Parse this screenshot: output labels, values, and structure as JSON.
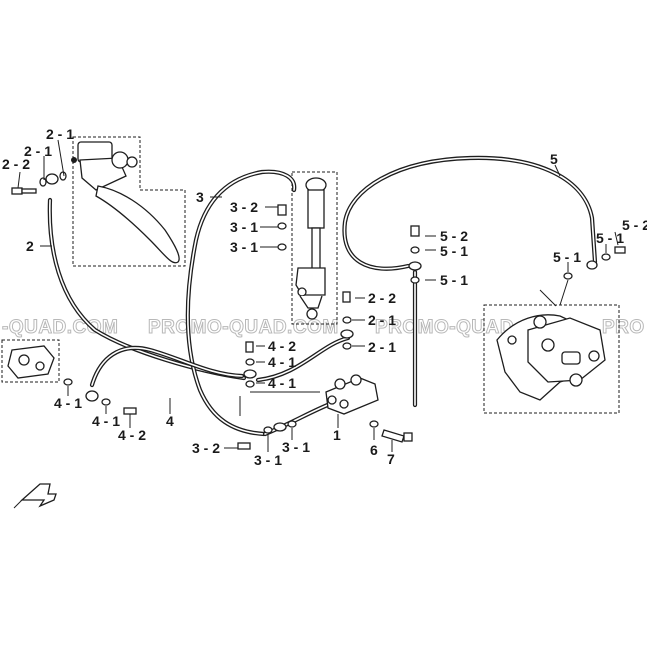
{
  "watermark": {
    "text_1": "-QUAD.COM",
    "text_2": "PROMO-QUAD.COM",
    "text_3": "PROMO-QUAD.COM",
    "text_4": "PRO"
  },
  "callouts": {
    "c_2_1_a": "2 - 1",
    "c_2_1_b": "2 - 1",
    "c_2_2_a": "2 - 2",
    "c_2": "2",
    "c_3": "3",
    "c_3_2_a": "3 - 2",
    "c_3_1_a": "3 - 1",
    "c_3_1_b": "3 - 1",
    "c_5": "5",
    "c_5_2_a": "5 - 2",
    "c_5_1_a": "5 - 1",
    "c_5_1_b": "5 - 1",
    "c_5_2_b": "5 - 2",
    "c_5_1_c": "5 - 1",
    "c_5_1_d": "5 - 1",
    "c_2_2_b": "2 - 2",
    "c_2_1_c": "2 - 1",
    "c_2_1_d": "2 - 1",
    "c_4_2_a": "4 - 2",
    "c_4_1_a": "4 - 1",
    "c_4_1_b": "4 - 1",
    "c_4_1_c": "4 - 1",
    "c_4_1_d": "4 - 1",
    "c_4_2_b": "4 - 2",
    "c_4": "4",
    "c_1": "1",
    "c_6": "6",
    "c_7": "7",
    "c_3_2_b": "3 - 2",
    "c_3_1_c": "3 - 1",
    "c_3_1_d": "3 - 1"
  },
  "colors": {
    "line": "#1e1e1e",
    "background": "#ffffff",
    "watermark": "#b8b8b8"
  }
}
